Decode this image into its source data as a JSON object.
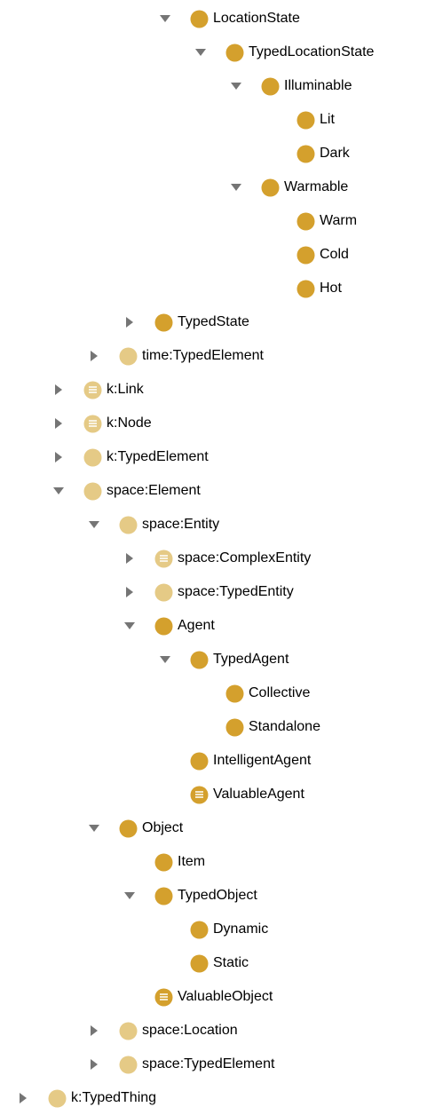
{
  "colors": {
    "asserted_class": "#D4A02D",
    "inferred_class": "#E5CA86",
    "equivalent_mark": "#FFFFFF",
    "arrow": "#757575",
    "text": "#000000"
  },
  "tree": [
    {
      "label": "LocationState",
      "depth": 5,
      "toggle": "expanded",
      "icon": "class-icon",
      "tone": "asserted"
    },
    {
      "label": "TypedLocationState",
      "depth": 6,
      "toggle": "expanded",
      "icon": "class-icon",
      "tone": "asserted"
    },
    {
      "label": "Illuminable",
      "depth": 7,
      "toggle": "expanded",
      "icon": "class-icon",
      "tone": "asserted"
    },
    {
      "label": "Lit",
      "depth": 8,
      "toggle": "none",
      "icon": "class-icon",
      "tone": "asserted"
    },
    {
      "label": "Dark",
      "depth": 8,
      "toggle": "none",
      "icon": "class-icon",
      "tone": "asserted"
    },
    {
      "label": "Warmable",
      "depth": 7,
      "toggle": "expanded",
      "icon": "class-icon",
      "tone": "asserted"
    },
    {
      "label": "Warm",
      "depth": 8,
      "toggle": "none",
      "icon": "class-icon",
      "tone": "asserted"
    },
    {
      "label": "Cold",
      "depth": 8,
      "toggle": "none",
      "icon": "class-icon",
      "tone": "asserted"
    },
    {
      "label": "Hot",
      "depth": 8,
      "toggle": "none",
      "icon": "class-icon",
      "tone": "asserted"
    },
    {
      "label": "TypedState",
      "depth": 4,
      "toggle": "collapsed",
      "icon": "class-icon",
      "tone": "asserted"
    },
    {
      "label": "time:TypedElement",
      "depth": 3,
      "toggle": "collapsed",
      "icon": "class-icon",
      "tone": "inferred"
    },
    {
      "label": "k:Link",
      "depth": 2,
      "toggle": "collapsed",
      "icon": "equivalent-class-icon",
      "tone": "inferred"
    },
    {
      "label": "k:Node",
      "depth": 2,
      "toggle": "collapsed",
      "icon": "equivalent-class-icon",
      "tone": "inferred"
    },
    {
      "label": "k:TypedElement",
      "depth": 2,
      "toggle": "collapsed",
      "icon": "class-icon",
      "tone": "inferred"
    },
    {
      "label": "space:Element",
      "depth": 2,
      "toggle": "expanded",
      "icon": "class-icon",
      "tone": "inferred"
    },
    {
      "label": "space:Entity",
      "depth": 3,
      "toggle": "expanded",
      "icon": "class-icon",
      "tone": "inferred"
    },
    {
      "label": "space:ComplexEntity",
      "depth": 4,
      "toggle": "collapsed",
      "icon": "equivalent-class-icon",
      "tone": "inferred"
    },
    {
      "label": "space:TypedEntity",
      "depth": 4,
      "toggle": "collapsed",
      "icon": "class-icon",
      "tone": "inferred"
    },
    {
      "label": "Agent",
      "depth": 4,
      "toggle": "expanded",
      "icon": "class-icon",
      "tone": "asserted"
    },
    {
      "label": "TypedAgent",
      "depth": 5,
      "toggle": "expanded",
      "icon": "class-icon",
      "tone": "asserted"
    },
    {
      "label": "Collective",
      "depth": 6,
      "toggle": "none",
      "icon": "class-icon",
      "tone": "asserted"
    },
    {
      "label": "Standalone",
      "depth": 6,
      "toggle": "none",
      "icon": "class-icon",
      "tone": "asserted"
    },
    {
      "label": "IntelligentAgent",
      "depth": 5,
      "toggle": "none",
      "icon": "class-icon",
      "tone": "asserted"
    },
    {
      "label": "ValuableAgent",
      "depth": 5,
      "toggle": "none",
      "icon": "equivalent-class-icon",
      "tone": "asserted"
    },
    {
      "label": "Object",
      "depth": 3,
      "toggle": "expanded",
      "icon": "class-icon",
      "tone": "asserted"
    },
    {
      "label": "Item",
      "depth": 4,
      "toggle": "none",
      "icon": "class-icon",
      "tone": "asserted"
    },
    {
      "label": "TypedObject",
      "depth": 4,
      "toggle": "expanded",
      "icon": "class-icon",
      "tone": "asserted"
    },
    {
      "label": "Dynamic",
      "depth": 5,
      "toggle": "none",
      "icon": "class-icon",
      "tone": "asserted"
    },
    {
      "label": "Static",
      "depth": 5,
      "toggle": "none",
      "icon": "class-icon",
      "tone": "asserted"
    },
    {
      "label": "ValuableObject",
      "depth": 4,
      "toggle": "none",
      "icon": "equivalent-class-icon",
      "tone": "asserted"
    },
    {
      "label": "space:Location",
      "depth": 3,
      "toggle": "collapsed",
      "icon": "class-icon",
      "tone": "inferred"
    },
    {
      "label": "space:TypedElement",
      "depth": 3,
      "toggle": "collapsed",
      "icon": "class-icon",
      "tone": "inferred"
    },
    {
      "label": "k:TypedThing",
      "depth": 1,
      "toggle": "collapsed",
      "icon": "class-icon",
      "tone": "inferred"
    }
  ]
}
